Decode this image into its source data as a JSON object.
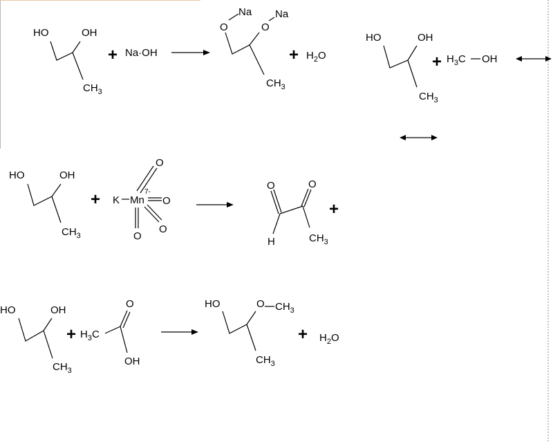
{
  "reaction1": {
    "reactant": {
      "oh1": "HO",
      "oh2": "OH",
      "ch3": "CH",
      "ch3_sub": "3"
    },
    "plus1": "+",
    "reagent": "Na·OH",
    "product": {
      "o1": "O",
      "na1": "Na",
      "o2": "O",
      "na2": "Na",
      "ch3": "CH",
      "ch3_sub": "3"
    },
    "plus2": "+",
    "water": {
      "h": "H",
      "sub": "2",
      "o": "O"
    }
  },
  "reaction1b": {
    "reactant": {
      "oh1": "HO",
      "oh2": "OH",
      "ch3": "CH",
      "ch3_sub": "3"
    },
    "plus": "+",
    "methanol": {
      "h": "H",
      "sub": "3",
      "c": "C",
      "oh": "OH"
    }
  },
  "reaction2": {
    "reactant": {
      "oh1": "HO",
      "oh2": "OH",
      "ch3": "CH",
      "ch3_sub": "3"
    },
    "plus1": "+",
    "permanganate": {
      "k": "K",
      "mn": "Mn",
      "charge": "7-",
      "o_top": "O",
      "o_right": "O",
      "o_lower_right": "O",
      "o_bottom": "O"
    },
    "product": {
      "o1": "O",
      "o2": "O",
      "h": "H",
      "ch3": "CH",
      "ch3_sub": "3"
    },
    "plus2": "+"
  },
  "reaction3": {
    "reactant": {
      "oh1": "HO",
      "oh2": "OH",
      "ch3": "CH",
      "ch3_sub": "3"
    },
    "plus1": "+",
    "acetic_acid": {
      "h": "H",
      "sub": "3",
      "c": "C",
      "o": "O",
      "oh": "OH"
    },
    "product": {
      "ho": "HO",
      "o": "O",
      "ch3": "CH",
      "ch3_sub": "3",
      "ch3b": "CH",
      "ch3b_sub": "3"
    },
    "plus2": "+",
    "water": {
      "h": "H",
      "sub": "2",
      "o": "O"
    }
  }
}
